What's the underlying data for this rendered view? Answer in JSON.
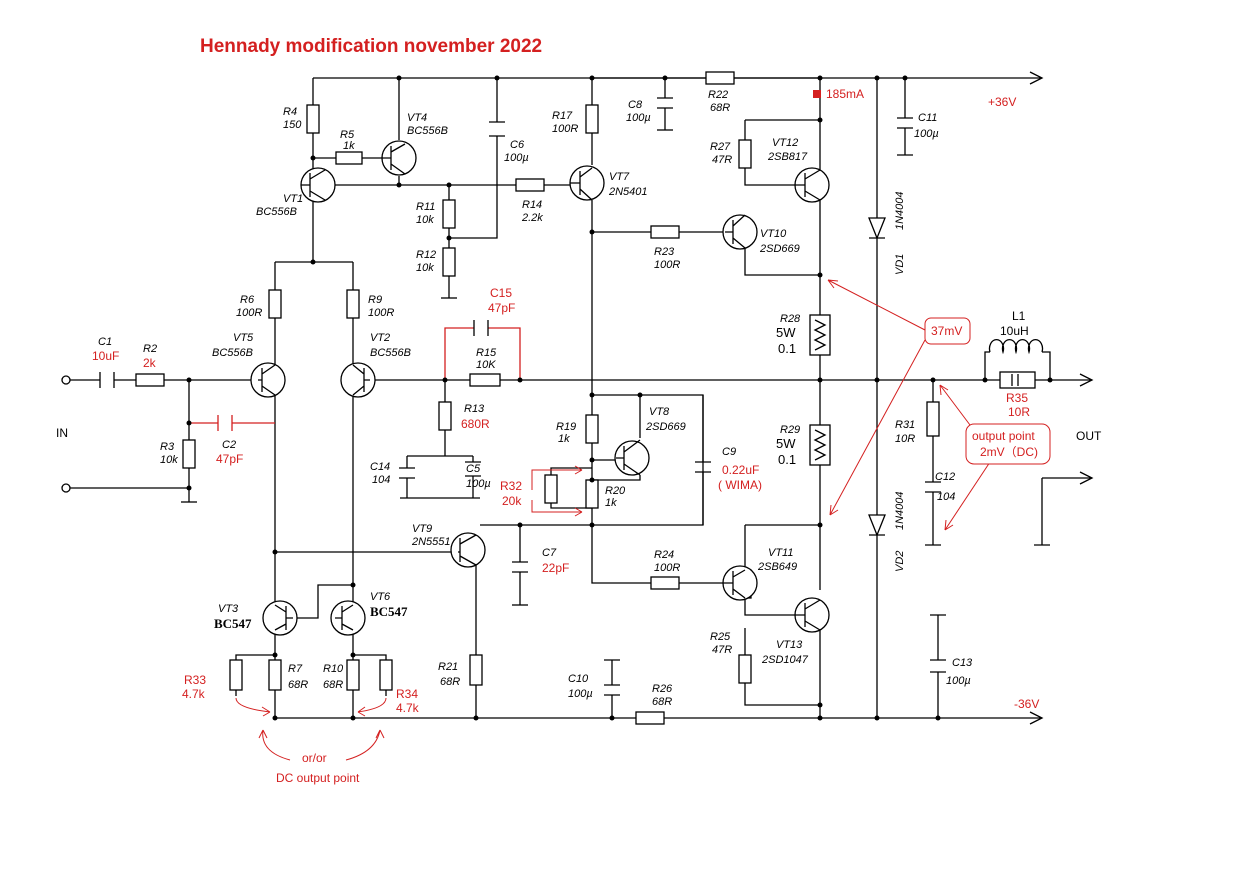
{
  "title": "Hennady modification november 2022",
  "rails": {
    "pos": "+36V",
    "neg": "-36V"
  },
  "io": {
    "in": "IN",
    "out": "OUT"
  },
  "transistors": [
    {
      "ref": "VT1",
      "part": "BC556B"
    },
    {
      "ref": "VT2",
      "part": "BC556B"
    },
    {
      "ref": "VT3",
      "part": "BC547"
    },
    {
      "ref": "VT4",
      "part": "BC556B"
    },
    {
      "ref": "VT5",
      "part": "BC556B"
    },
    {
      "ref": "VT6",
      "part": "BC547"
    },
    {
      "ref": "VT7",
      "part": "2N5401"
    },
    {
      "ref": "VT8",
      "part": "2SD669"
    },
    {
      "ref": "VT9",
      "part": "2N5551"
    },
    {
      "ref": "VT10",
      "part": "2SD669"
    },
    {
      "ref": "VT11",
      "part": "2SB649"
    },
    {
      "ref": "VT12",
      "part": "2SB817"
    },
    {
      "ref": "VT13",
      "part": "2SD1047"
    }
  ],
  "resistors": [
    {
      "ref": "R2",
      "value": "2k"
    },
    {
      "ref": "R3",
      "value": "10k"
    },
    {
      "ref": "R4",
      "value": "150"
    },
    {
      "ref": "R5",
      "value": "1k"
    },
    {
      "ref": "R6",
      "value": "100R"
    },
    {
      "ref": "R7",
      "value": "68R"
    },
    {
      "ref": "R9",
      "value": "100R"
    },
    {
      "ref": "R10",
      "value": "68R"
    },
    {
      "ref": "R11",
      "value": "10k"
    },
    {
      "ref": "R12",
      "value": "10k"
    },
    {
      "ref": "R13",
      "value": "680R"
    },
    {
      "ref": "R14",
      "value": "2.2k"
    },
    {
      "ref": "R15",
      "value": "10K"
    },
    {
      "ref": "R17",
      "value": "100R"
    },
    {
      "ref": "R19",
      "value": "1k"
    },
    {
      "ref": "R20",
      "value": "1k"
    },
    {
      "ref": "R21",
      "value": "68R"
    },
    {
      "ref": "R22",
      "value": "68R"
    },
    {
      "ref": "R23",
      "value": "100R"
    },
    {
      "ref": "R24",
      "value": "100R"
    },
    {
      "ref": "R25",
      "value": "47R"
    },
    {
      "ref": "R26",
      "value": "68R"
    },
    {
      "ref": "R27",
      "value": "47R"
    },
    {
      "ref": "R28",
      "value": "5W",
      "value2": "0.1"
    },
    {
      "ref": "R29",
      "value": "5W",
      "value2": "0.1"
    },
    {
      "ref": "R31",
      "value": "10R"
    },
    {
      "ref": "R32",
      "value": "20k"
    },
    {
      "ref": "R33",
      "value": "4.7k"
    },
    {
      "ref": "R34",
      "value": "4.7k"
    },
    {
      "ref": "R35",
      "value": "10R"
    }
  ],
  "capacitors": [
    {
      "ref": "C1",
      "value": "10uF"
    },
    {
      "ref": "C2",
      "value": "47pF"
    },
    {
      "ref": "C5",
      "value": "100µ"
    },
    {
      "ref": "C6",
      "value": "100µ"
    },
    {
      "ref": "C7",
      "value": "22pF"
    },
    {
      "ref": "C8",
      "value": "100µ"
    },
    {
      "ref": "C9",
      "value": "0.22uF",
      "note": "( WIMA)"
    },
    {
      "ref": "C10",
      "value": "100µ"
    },
    {
      "ref": "C11",
      "value": "100µ"
    },
    {
      "ref": "C12",
      "value": "104"
    },
    {
      "ref": "C13",
      "value": "100µ"
    },
    {
      "ref": "C14",
      "value": "104"
    },
    {
      "ref": "C15",
      "value": "47pF"
    }
  ],
  "diodes": [
    {
      "ref": "VD1",
      "part": "1N4004"
    },
    {
      "ref": "VD2",
      "part": "1N4004"
    }
  ],
  "inductor": {
    "ref": "L1",
    "value": "10uH"
  },
  "annotations": {
    "current": "185mA",
    "voltage": "37mV",
    "output_point_line1": "output point",
    "output_point_line2": "2mV（DC)",
    "oror": "or/or",
    "dc_output_point": "DC output point"
  },
  "colors": {
    "annotation": "#d42020",
    "wire": "#000000"
  }
}
